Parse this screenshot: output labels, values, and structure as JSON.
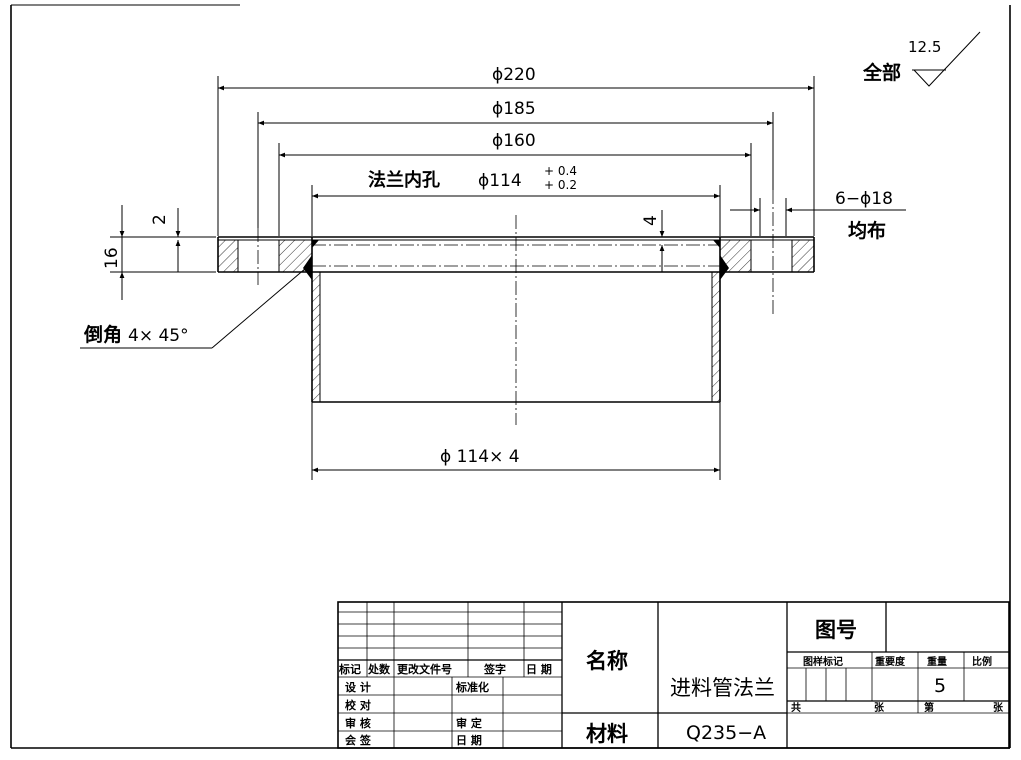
{
  "roughness": {
    "label": "全部",
    "value": "12.5"
  },
  "dimensions": {
    "outer_diameter": "ϕ220",
    "bolt_circle": "ϕ185",
    "raised_face": "ϕ160",
    "bore_label": "法兰内孔",
    "bore_value": "ϕ114",
    "bore_tol_upper": "+ 0.4",
    "bore_tol_lower": "+ 0.2",
    "holes_count": "6−ϕ18",
    "holes_note": "均布",
    "height_total": "16",
    "height_step": "2",
    "wall_step": "4",
    "chamfer_label": "倒角",
    "chamfer_value": "4× 45°",
    "pipe_size": "ϕ 114× 4"
  },
  "title_block": {
    "rev_headers": [
      "标记",
      "处数",
      "更改文件号",
      "签字",
      "日 期"
    ],
    "sign_rows": [
      [
        "设 计",
        "标准化"
      ],
      [
        "校 对",
        ""
      ],
      [
        "审 核",
        "审 定"
      ],
      [
        "会 签",
        "日 期"
      ]
    ],
    "name_label": "名称",
    "name_value": "进料管法兰",
    "material_label": "材料",
    "material_value": "Q235−A",
    "drawing_no_label": "图号",
    "stage_label": "图样标记",
    "importance_label": "重要度",
    "weight_label": "重量",
    "scale_label": "比例",
    "weight_value": "5",
    "total_label": "共",
    "sheet_label": "张",
    "nth_label": "第",
    "sheet2_label": "张"
  }
}
